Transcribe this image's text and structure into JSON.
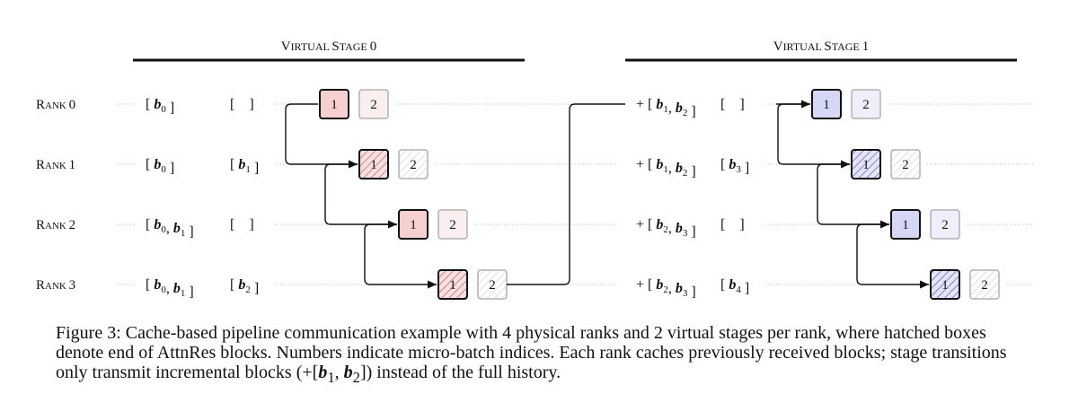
{
  "stages": [
    {
      "title": "Virtual Stage 0",
      "box_fill": "#f6d0d0",
      "box_fill_faint": "#fbeeee",
      "hatch": "#b24a4a"
    },
    {
      "title": "Virtual Stage 1",
      "box_fill": "#d6d6f6",
      "box_fill_faint": "#efeffb",
      "hatch": "#4a4ab2"
    }
  ],
  "ranks": [
    {
      "label": "Rank 0",
      "s0_received": "b0",
      "s0_cached": "",
      "s1_received": "+ b1,b2",
      "s1_cached": ""
    },
    {
      "label": "Rank 1",
      "s0_received": "b0",
      "s0_cached": "b1",
      "s1_received": "+ b1,b2",
      "s1_cached": "b3"
    },
    {
      "label": "Rank 2",
      "s0_received": "b0,b1",
      "s0_cached": "",
      "s1_received": "+ b2,b3",
      "s1_cached": ""
    },
    {
      "label": "Rank 3",
      "s0_received": "b0,b1",
      "s0_cached": "b2",
      "s1_received": "+ b2,b3",
      "s1_cached": "b4"
    }
  ],
  "hatched_ranks": [
    1,
    3
  ],
  "micro_batches": [
    "1",
    "2"
  ],
  "caption": {
    "prefix": "Figure 3: Cache-based pipeline communication example with 4 physical ranks and 2 virtual stages per rank, where hatched boxes denote end of AttnRes blocks. Numbers indicate micro-batch indices. Each rank caches previously received blocks; stage transitions only transmit incremental blocks (+[",
    "b1": "b",
    "b1_sub": "1",
    "sep": ", ",
    "b2": "b",
    "b2_sub": "2",
    "suffix": "]) instead of the full history."
  },
  "colors": {
    "ink": "#111111",
    "dots": "#bdbdbd",
    "faint_border": "#b0b0b0"
  }
}
